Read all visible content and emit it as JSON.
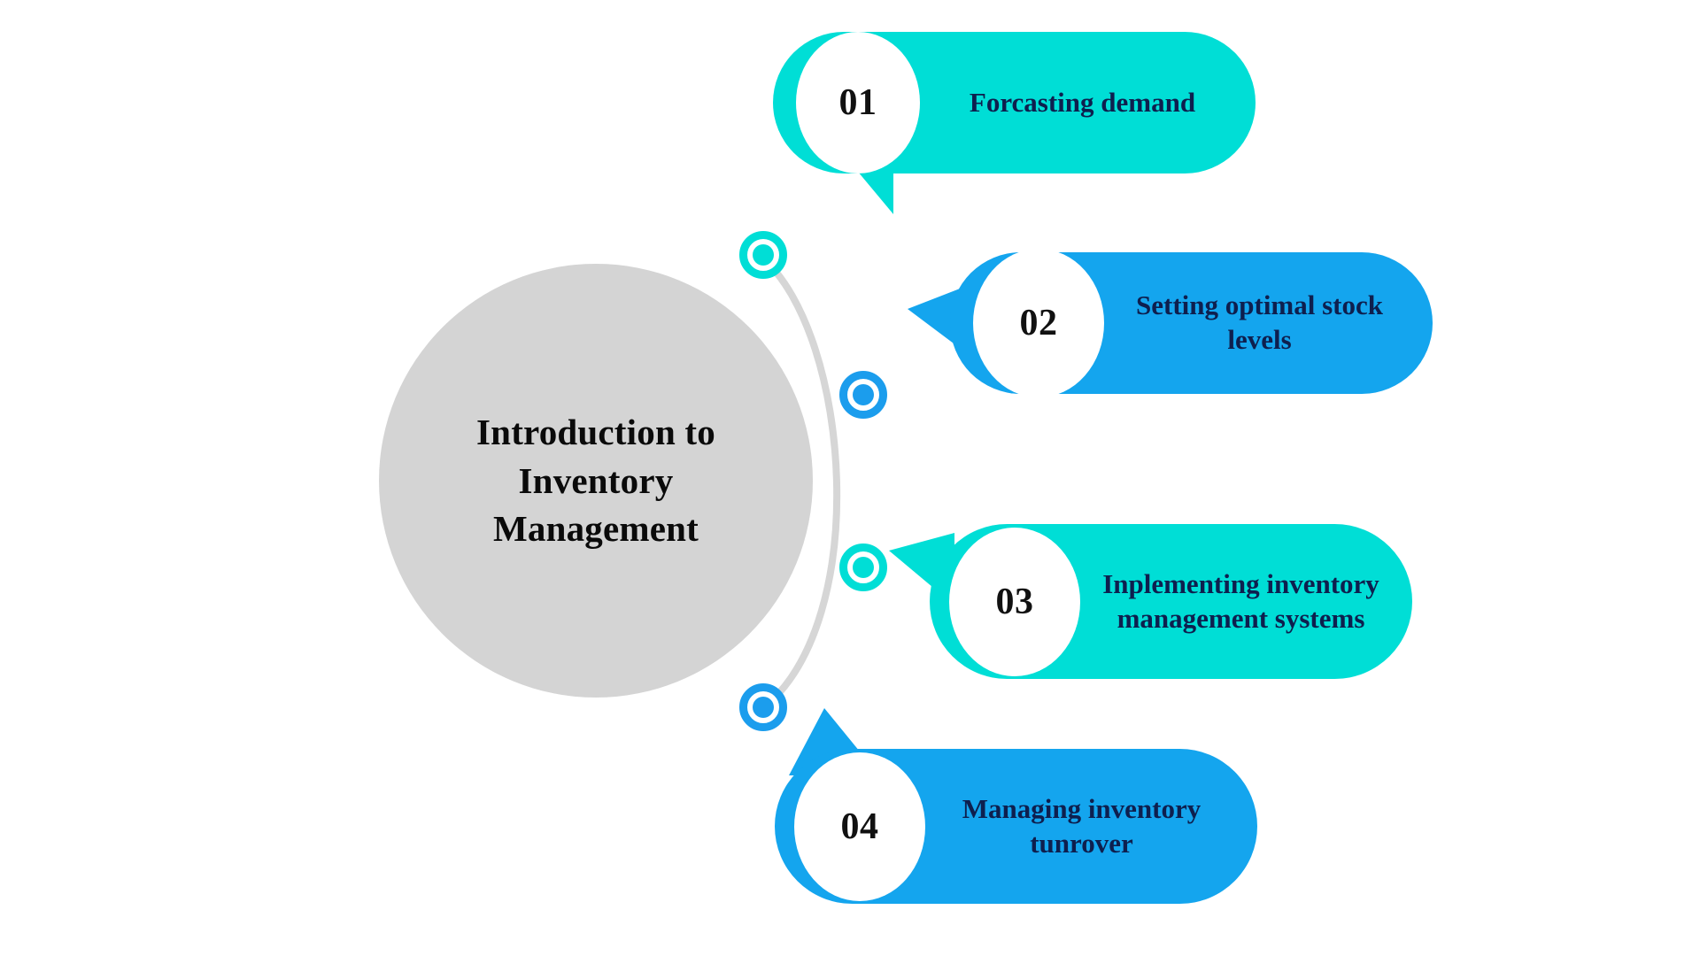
{
  "theme": {
    "background": "#ffffff",
    "hub_fill": "#d4d4d4",
    "hub_text": "#0a0a0a",
    "arc_stroke": "#d6d6d6",
    "accent_cyan": "#00ded6",
    "accent_blue": "#14a5ee",
    "label_text": "#0e1f4e",
    "number_text": "#111111",
    "number_circle_fill": "#ffffff"
  },
  "hub": {
    "title": "Introduction to Inventory Management",
    "title_lines": [
      "Introduction to",
      "Inventory",
      "Management"
    ]
  },
  "steps": [
    {
      "number": "01",
      "label": "Forcasting demand",
      "color": "#00ded6",
      "color_name": "cyan",
      "tail_direction": "down-left",
      "dot": {
        "ring_color": "#00ded6",
        "core_color": "#00ded6"
      }
    },
    {
      "number": "02",
      "label": "Setting optimal stock levels",
      "color": "#14a5ee",
      "color_name": "blue",
      "tail_direction": "left",
      "dot": {
        "ring_color": "#1b9ded",
        "core_color": "#1b9ded"
      }
    },
    {
      "number": "03",
      "label": "Inplementing inventory management systems",
      "color": "#00ded6",
      "color_name": "cyan",
      "tail_direction": "up-left",
      "dot": {
        "ring_color": "#00ded6",
        "core_color": "#00ded6"
      }
    },
    {
      "number": "04",
      "label": "Managing inventory tunrover",
      "color": "#14a5ee",
      "color_name": "blue",
      "tail_direction": "up-left",
      "dot": {
        "ring_color": "#1b9ded",
        "core_color": "#1b9ded"
      }
    }
  ]
}
